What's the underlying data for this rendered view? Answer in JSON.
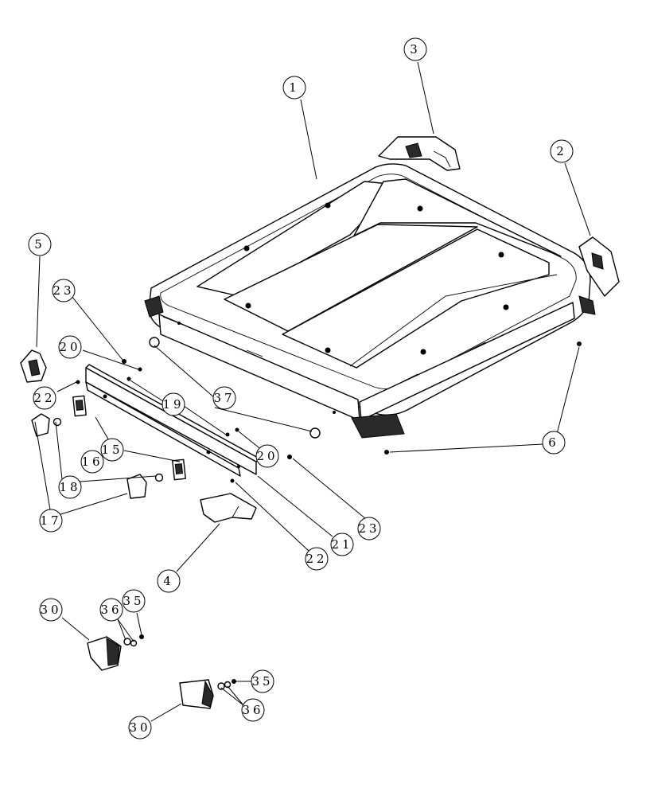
{
  "diagram": {
    "type": "exploded-parts-view",
    "callouts": [
      {
        "id": "c1",
        "label": "1"
      },
      {
        "id": "c2",
        "label": "2"
      },
      {
        "id": "c3",
        "label": "3"
      },
      {
        "id": "c4",
        "label": "4"
      },
      {
        "id": "c5",
        "label": "5"
      },
      {
        "id": "c6",
        "label": "6"
      },
      {
        "id": "c15",
        "label": "15"
      },
      {
        "id": "c16",
        "label": "16"
      },
      {
        "id": "c17",
        "label": "17"
      },
      {
        "id": "c18",
        "label": "18"
      },
      {
        "id": "c19",
        "label": "19"
      },
      {
        "id": "c20a",
        "label": "20"
      },
      {
        "id": "c20b",
        "label": "20"
      },
      {
        "id": "c21",
        "label": "21"
      },
      {
        "id": "c22a",
        "label": "22"
      },
      {
        "id": "c22b",
        "label": "22"
      },
      {
        "id": "c23a",
        "label": "23"
      },
      {
        "id": "c23b",
        "label": "23"
      },
      {
        "id": "c30a",
        "label": "30"
      },
      {
        "id": "c30b",
        "label": "30"
      },
      {
        "id": "c35a",
        "label": "35"
      },
      {
        "id": "c35b",
        "label": "35"
      },
      {
        "id": "c36a",
        "label": "36"
      },
      {
        "id": "c36b",
        "label": "36"
      },
      {
        "id": "c37",
        "label": "37"
      }
    ]
  }
}
